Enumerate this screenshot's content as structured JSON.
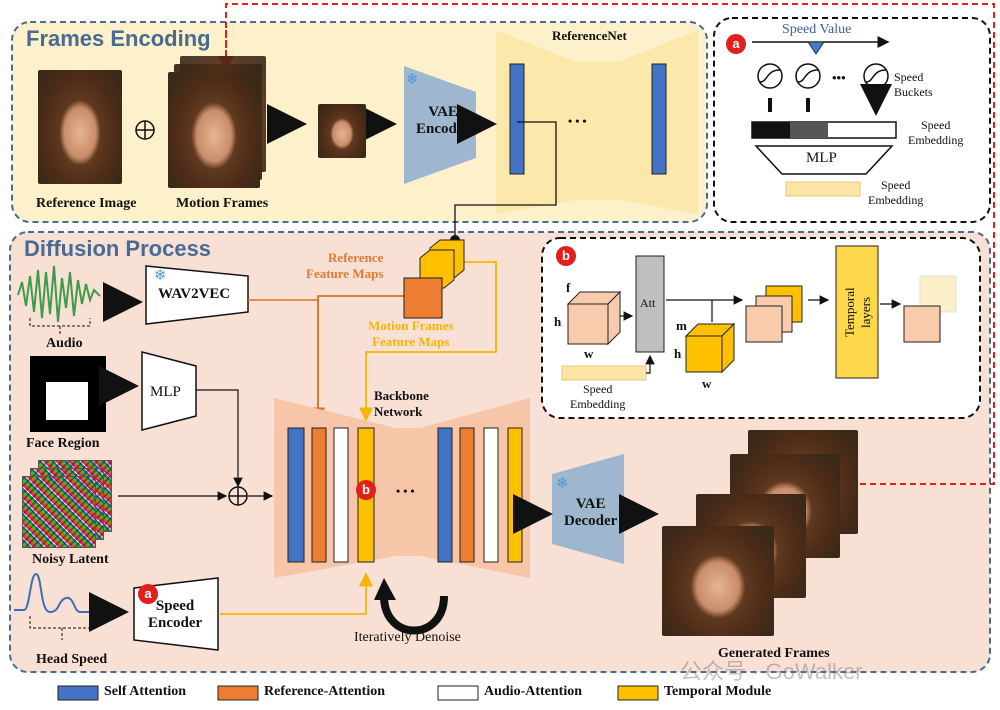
{
  "sections": {
    "frames_encoding": "Frames Encoding",
    "diffusion_process": "Diffusion Process"
  },
  "labels": {
    "reference_image": "Reference Image",
    "motion_frames": "Motion Frames",
    "reference_net": "ReferenceNet",
    "vae_encoder": "VAE\nEncoder",
    "vae_decoder": "VAE\nDecoder",
    "wav2vec": "WAV2VEC",
    "mlp": "MLP",
    "audio": "Audio",
    "face_region": "Face Region",
    "noisy_latent": "Noisy Latent",
    "head_speed": "Head Speed",
    "speed_encoder": "Speed\nEncoder",
    "reference_feature_maps": "Reference\nFeature Maps",
    "motion_frames_feature_maps": "Motion Frames\nFeature Maps",
    "backbone_network": "Backbone\nNetwork",
    "iteratively_denoise": "Iteratively Denoise",
    "generated_frames": "Generated Frames",
    "dots": "• • •"
  },
  "panel_a": {
    "badge": "a",
    "speed_value": "Speed Value",
    "speed_buckets": "Speed\nBuckets",
    "speed_embedding_top": "Speed\nEmbedding",
    "mlp": "MLP",
    "speed_embedding_bottom": "Speed\nEmbedding",
    "dots": "•••"
  },
  "panel_b": {
    "badge": "b",
    "f": "f",
    "h": "h",
    "w": "w",
    "m": "m",
    "att": "Att",
    "temporal_layers": "Temporal\nlayers",
    "speed_embedding": "Speed\nEmbedding"
  },
  "legend": [
    {
      "label": "Self Attention",
      "color": "#4472c4"
    },
    {
      "label": "Reference-Attention",
      "color": "#ed7d31"
    },
    {
      "label": "Audio-Attention",
      "color": "#ffffff"
    },
    {
      "label": "Temporal Module",
      "color": "#ffc000"
    }
  ],
  "watermark": "公众号 · GoWalker",
  "colors": {
    "frame_enc_bg": "#fdf1cc",
    "diffusion_bg": "#f9e0d4",
    "dashed_border": "#4a6a92",
    "red_dashed": "#e0201b",
    "vae": "#9fb6cf",
    "self_attn": "#4472c4",
    "ref_attn": "#ed7d31",
    "temporal": "#ffc000"
  }
}
